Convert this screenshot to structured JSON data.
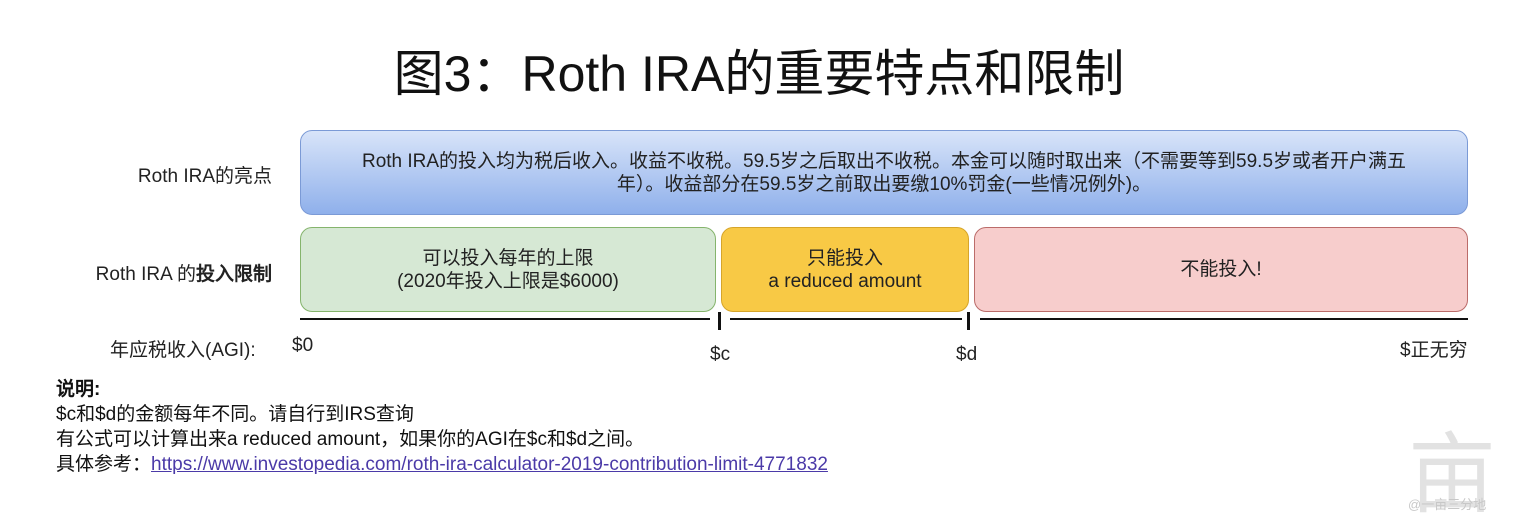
{
  "title": "图3：Roth IRA的重要特点和限制",
  "rows": {
    "highlight_label": "Roth IRA的亮点",
    "limit_label_prefix": "Roth IRA 的",
    "limit_label_bold": "投入限制"
  },
  "highlight_box": {
    "line1": "Roth IRA的投入均为税后收入。收益不收税。59.5岁之后取出不收税。本金可以随时取出来（不需要等到59.5岁或者开户满五",
    "line2": "年）。收益部分在59.5岁之前取出要缴10%罚金(一些情况例外)。"
  },
  "limit_boxes": {
    "full": {
      "line1": "可以投入每年的上限",
      "line2": "(2020年投入上限是$6000)"
    },
    "reduced": {
      "line1": "只能投入",
      "line2": "a reduced amount"
    },
    "none": {
      "line1": "不能投入!"
    }
  },
  "axis": {
    "label": "年应税收入(AGI):",
    "start": "$0",
    "c": "$c",
    "d": "$d",
    "end": "$正无穷"
  },
  "notes": {
    "heading": "说明:",
    "line1": "$c和$d的金额每年不同。请自行到IRS查询",
    "line2": "有公式可以计算出来a reduced amount，如果你的AGI在$c和$d之间。",
    "line3_prefix": "具体参考：",
    "link": "https://www.investopedia.com/roth-ira-calculator-2019-contribution-limit-4771832"
  },
  "watermark": {
    "char": "亩",
    "text": "@一亩三分地"
  },
  "colors": {
    "highlight_fill": "#8fb0eb",
    "full_fill": "#d6e8d4",
    "reduced_fill": "#f8c945",
    "none_fill": "#f7cdcc",
    "link": "#4b3aa8"
  }
}
